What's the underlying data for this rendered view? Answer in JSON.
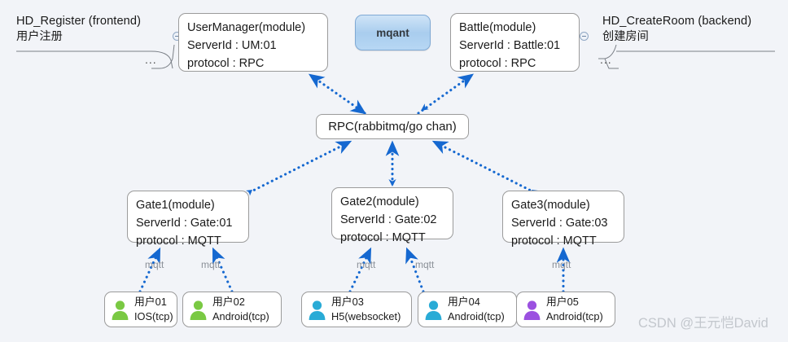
{
  "diagram": {
    "title": "mqant distributed game server architecture",
    "background": "#f2f4f8",
    "arrow_color": "#1568d0",
    "node_border": "#9b9b9b"
  },
  "lanes": [
    {
      "name": "hd-register",
      "title": "HD_Register  (frontend)",
      "subtitle": "用户注册",
      "dots": "..."
    },
    {
      "name": "hd-createroom",
      "title": "HD_CreateRoom  (backend)",
      "subtitle": "创建房间",
      "dots": "..."
    }
  ],
  "brand": {
    "label": "mqant"
  },
  "modules": [
    {
      "name": "usermanager",
      "lines": [
        "UserManager(module)",
        "ServerId : UM:01",
        "protocol : RPC"
      ]
    },
    {
      "name": "battle",
      "lines": [
        "Battle(module)",
        "ServerId : Battle:01",
        "protocol : RPC"
      ]
    }
  ],
  "bus": {
    "label": "RPC(rabbitmq/go chan)"
  },
  "gates": [
    {
      "name": "gate1",
      "lines": [
        "Gate1(module)",
        "ServerId : Gate:01",
        "protocol : MQTT"
      ]
    },
    {
      "name": "gate2",
      "lines": [
        "Gate2(module)",
        "ServerId : Gate:02",
        "protocol : MQTT"
      ]
    },
    {
      "name": "gate3",
      "lines": [
        "Gate3(module)",
        "ServerId : Gate:03",
        "protocol : MQTT"
      ]
    }
  ],
  "users": [
    {
      "name": "user01",
      "label": "用户01",
      "client": "IOS(tcp)",
      "color": "#7ac943",
      "gate": "gate1"
    },
    {
      "name": "user02",
      "label": "用户02",
      "client": "Android(tcp)",
      "color": "#7ac943",
      "gate": "gate1"
    },
    {
      "name": "user03",
      "label": "用户03",
      "client": "H5(websocket)",
      "color": "#29abd6",
      "gate": "gate2"
    },
    {
      "name": "user04",
      "label": "用户04",
      "client": "Android(tcp)",
      "color": "#29abd6",
      "gate": "gate2"
    },
    {
      "name": "user05",
      "label": "用户05",
      "client": "Android(tcp)",
      "color": "#9b51e0",
      "gate": "gate3"
    }
  ],
  "edge_labels": [
    {
      "name": "mqtt-u1",
      "text": "mqtt"
    },
    {
      "name": "mqtt-u2",
      "text": "mqtt"
    },
    {
      "name": "mqtt-u3",
      "text": "mqtt"
    },
    {
      "name": "mqtt-u4",
      "text": "mqtt"
    },
    {
      "name": "mqtt-u5",
      "text": "mqtt"
    }
  ],
  "watermark": {
    "text": "CSDN @王元恺David"
  }
}
